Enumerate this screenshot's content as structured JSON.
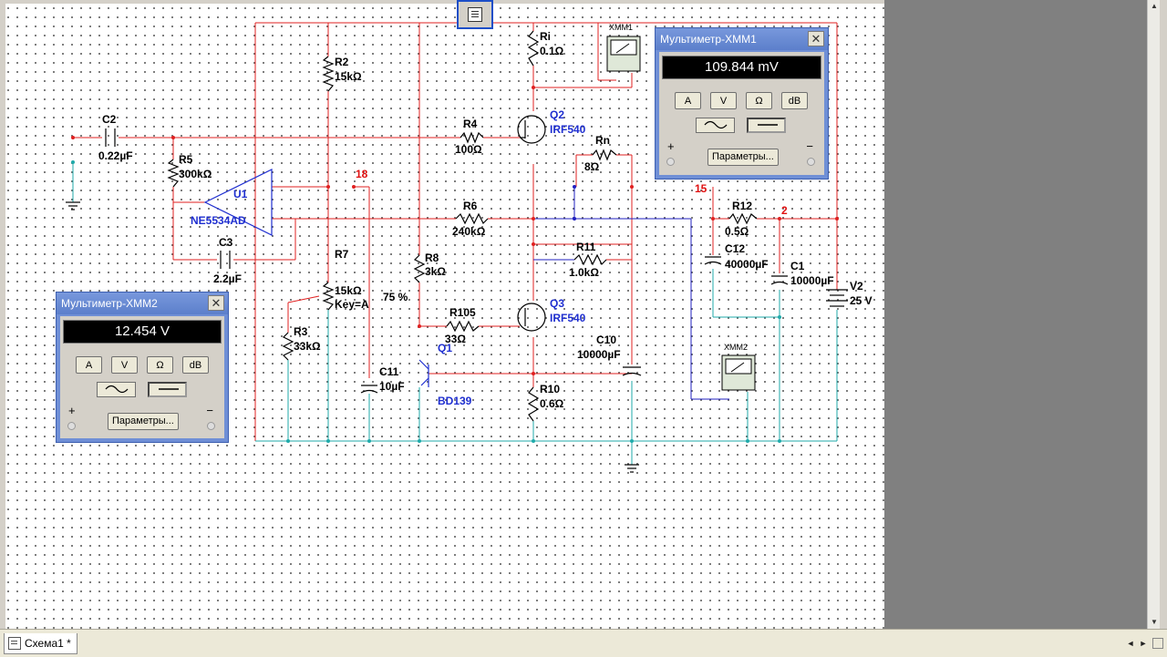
{
  "toolbar": {
    "icon": "components-list-icon"
  },
  "schematic": {
    "labels": {
      "c2": "C2",
      "c2v": "0.22µF",
      "r5": "R5",
      "r5v": "300kΩ",
      "u1": "U1",
      "u1v": "NE5534AD",
      "c3": "C3",
      "c3v": "2.2µF",
      "r2": "R2",
      "r2v": "15kΩ",
      "r7": "R7",
      "r7v": "15kΩ",
      "r7k": "Key=A",
      "r7p": "75 %",
      "r3": "R3",
      "r3v": "33kΩ",
      "c11": "C11",
      "c11v": "10µF",
      "r8": "R8",
      "r8v": "3kΩ",
      "r105": "R105",
      "r105v": "33Ω",
      "q1": "Q1",
      "q1v": "BD139",
      "r4": "R4",
      "r4v": "100Ω",
      "r6": "R6",
      "r6v": "240kΩ",
      "ri": "Ri",
      "riv": "0.1Ω",
      "q2": "Q2",
      "q2v": "IRF540",
      "q3": "Q3",
      "q3v": "IRF540",
      "rn": "Rn",
      "rnv": "8Ω",
      "r11": "R11",
      "r11v": "1.0kΩ",
      "c10": "C10",
      "c10v": "10000µF",
      "r10": "R10",
      "r10v": "0.6Ω",
      "r12": "R12",
      "r12v": "0.5Ω",
      "c12": "C12",
      "c12v": "40000µF",
      "c1": "C1",
      "c1v": "10000µF",
      "v2": "V2",
      "v2v": "25 V",
      "xmm1": "XMM1",
      "xmm2": "XMM2",
      "node18": "18",
      "node15": "15",
      "node2": "2"
    }
  },
  "meters": [
    {
      "title": "Мультиметр-XMM1",
      "reading": "109.844 mV",
      "buttons": [
        "A",
        "V",
        "Ω",
        "dB"
      ],
      "params": "Параметры...",
      "plus": "+",
      "minus": "−",
      "close": "✕"
    },
    {
      "title": "Мультиметр-XMM2",
      "reading": "12.454 V",
      "buttons": [
        "A",
        "V",
        "Ω",
        "dB"
      ],
      "params": "Параметры...",
      "plus": "+",
      "minus": "−",
      "close": "✕"
    }
  ],
  "statusbar": {
    "tab": "Схема1 *",
    "nav_left": "◄",
    "nav_right": "►"
  },
  "scroll": {
    "up": "▲",
    "down": "▼"
  }
}
